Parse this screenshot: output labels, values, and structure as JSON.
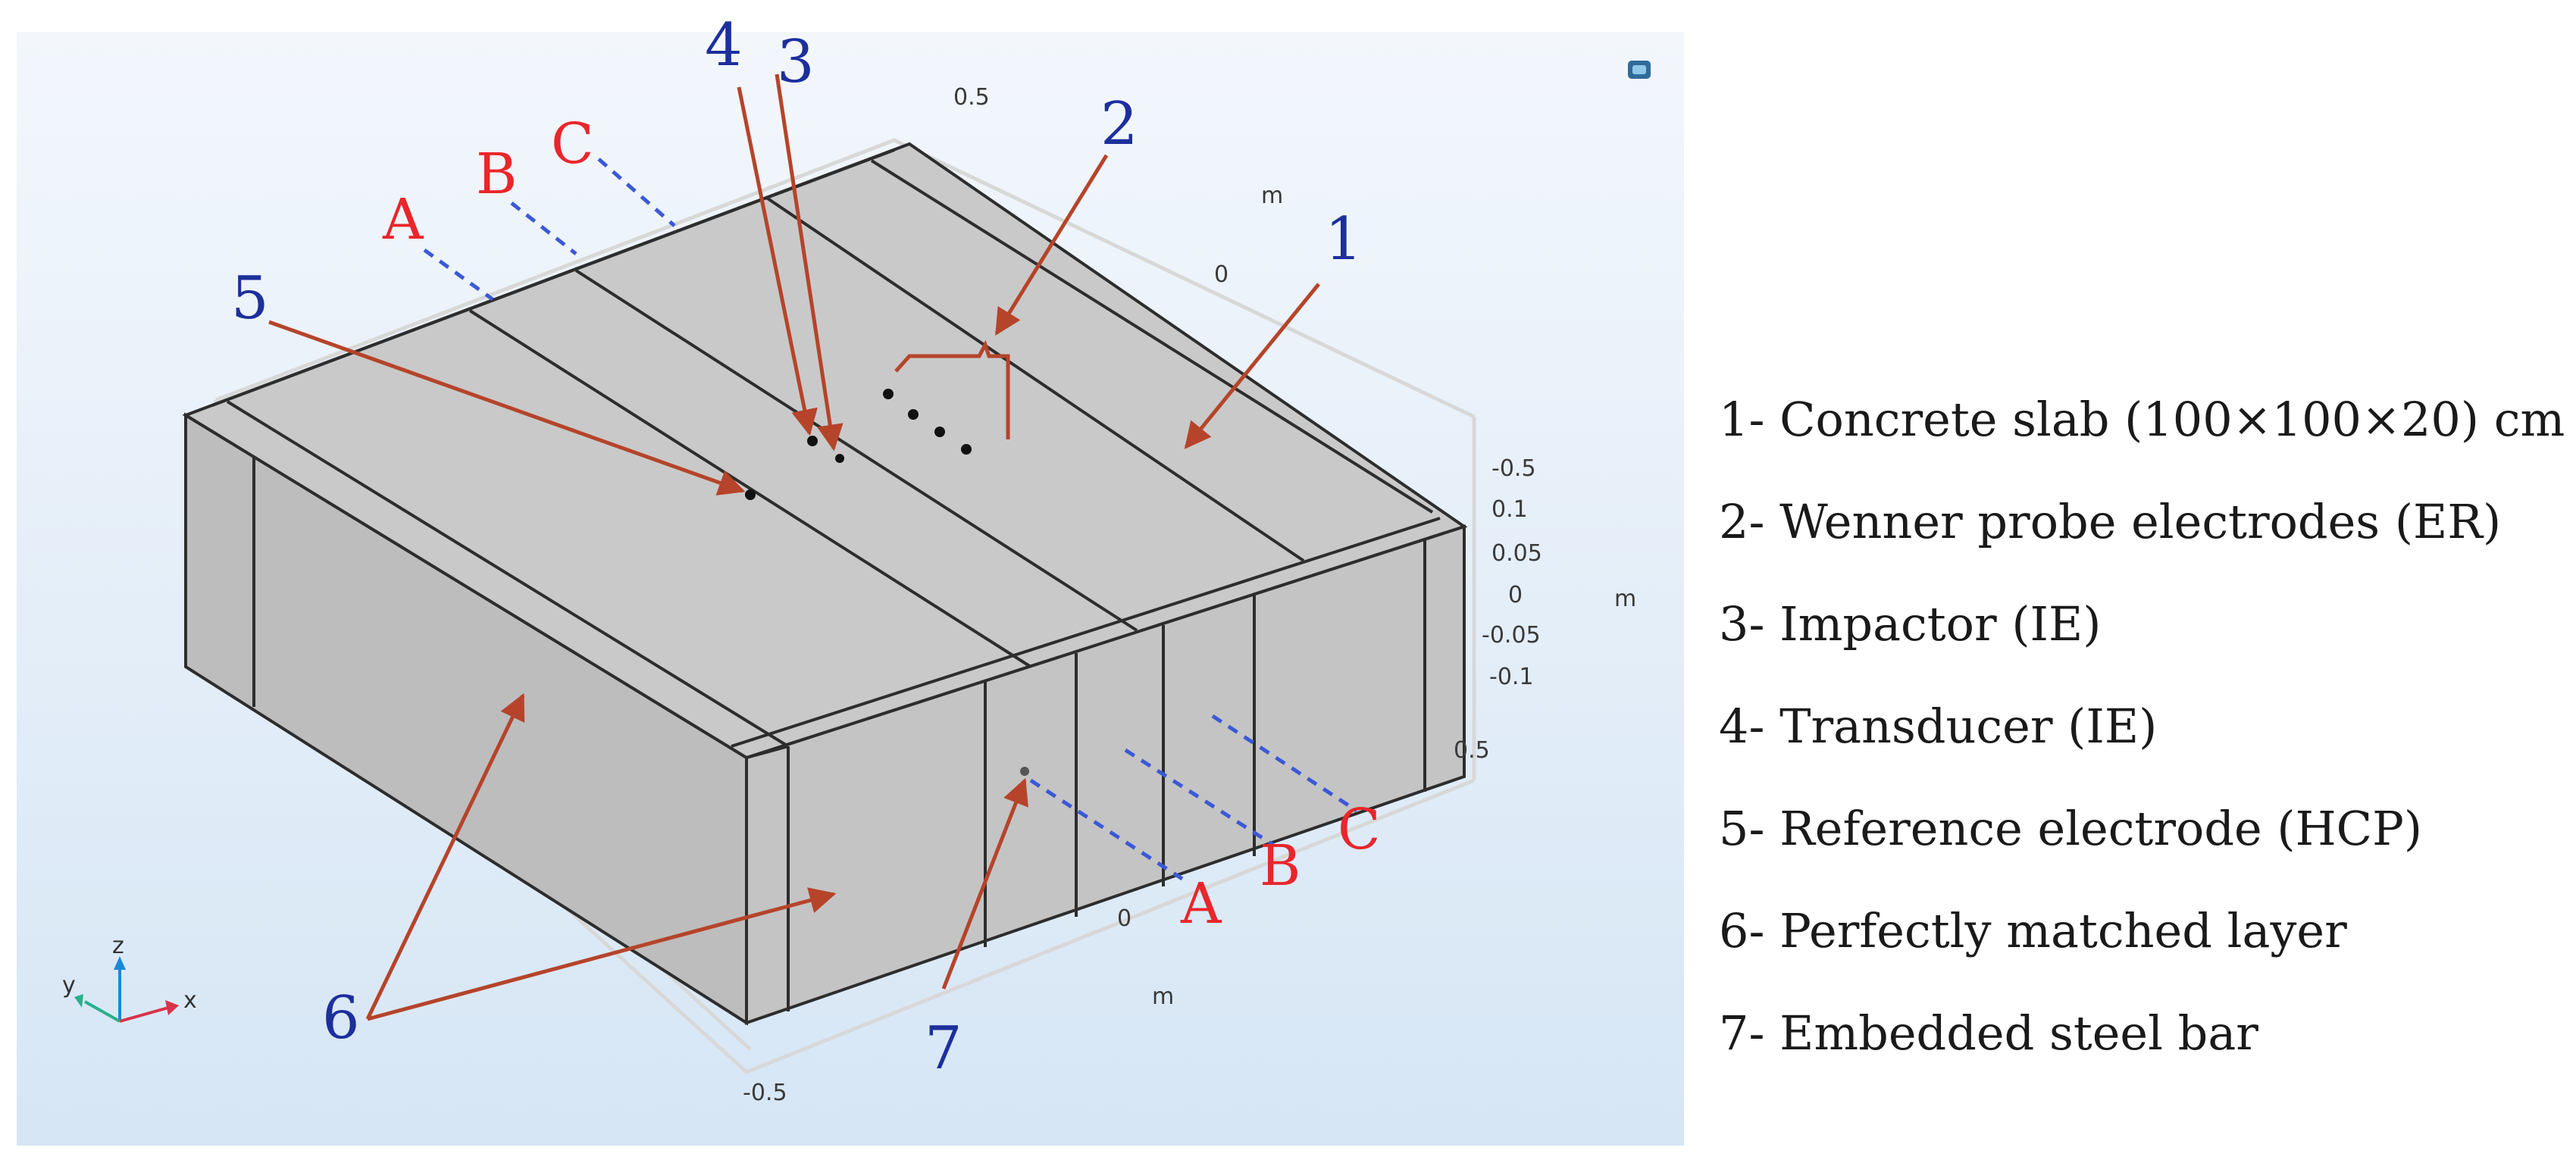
{
  "view_icon": "view-toggle-icon",
  "labels": {
    "n1": "1",
    "n2": "2",
    "n3": "3",
    "n4": "4",
    "n5": "5",
    "n6": "6",
    "n7": "7",
    "A_top": "A",
    "B_top": "B",
    "C_top": "C",
    "A_front": "A",
    "B_front": "B",
    "C_front": "C"
  },
  "ticks": {
    "top_half": "0.5",
    "top_m": "m",
    "top_zero": "0",
    "right_neg_half": "-0.5",
    "z_0_1": "0.1",
    "z_0_05": "0.05",
    "z_0": "0",
    "z_neg_0_05": "-0.05",
    "z_neg_0_1": "-0.1",
    "right_m": "m",
    "right_half": "0.5",
    "bottom_zero": "0",
    "bottom_m": "m",
    "bottom_neg_half": "-0.5"
  },
  "triad": {
    "x": "x",
    "y": "y",
    "z": "z"
  },
  "legend": [
    "1- Concrete slab (100×100×20) cm",
    "2- Wenner probe electrodes (ER)",
    "3- Impactor (IE)",
    "4- Transducer (IE)",
    "5- Reference electrode (HCP)",
    "6- Perfectly matched layer",
    "7- Embedded steel bar"
  ],
  "colors": {
    "viewport_top": "#f3f7fc",
    "viewport_bottom": "#d9e8f6",
    "slab_top": "#c8c8c8",
    "slab_side": "#bfbfbf",
    "arrow": "#b5442a",
    "label_blue": "#1c2f9c",
    "label_red": "#e8262b",
    "dashed_blue": "#3b59d6"
  }
}
